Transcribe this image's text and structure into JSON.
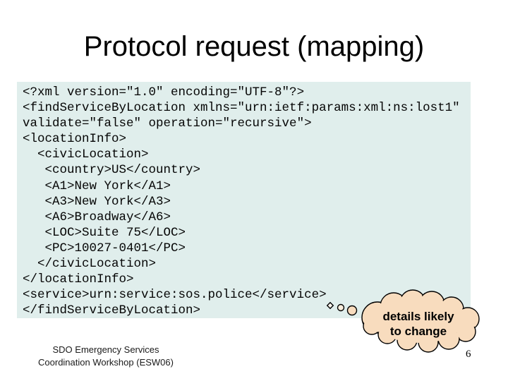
{
  "slide": {
    "title": "Protocol request (mapping)",
    "code_block": {
      "lines": [
        "<?xml version=\"1.0\" encoding=\"UTF-8\"?>",
        "<findServiceByLocation xmlns=\"urn:ietf:params:xml:ns:lost1\"",
        "validate=\"false\" operation=\"recursive\">",
        "<locationInfo>",
        "  <civicLocation>",
        "   <country>US</country>",
        "   <A1>New York</A1>",
        "   <A3>New York</A3>",
        "   <A6>Broadway</A6>",
        "   <LOC>Suite 75</LOC>",
        "   <PC>10027-0401</PC>",
        "  </civicLocation>",
        "</locationInfo>",
        "<service>urn:service:sos.police</service>",
        "</findServiceByLocation>"
      ]
    },
    "callout": {
      "line1": "details likely",
      "line2": "to change"
    },
    "footer": {
      "line1": "SDO Emergency Services",
      "line2": "Coordination Workshop (ESW06)"
    },
    "page_number": "6",
    "colors": {
      "title_color": "#000000",
      "code_bg": "#e0eeec",
      "code_color": "#050505",
      "cloud_fill": "#f8dcbe",
      "cloud_stroke": "#000000",
      "text_color": "#000000",
      "footer_color": "#1a1a1a"
    }
  }
}
